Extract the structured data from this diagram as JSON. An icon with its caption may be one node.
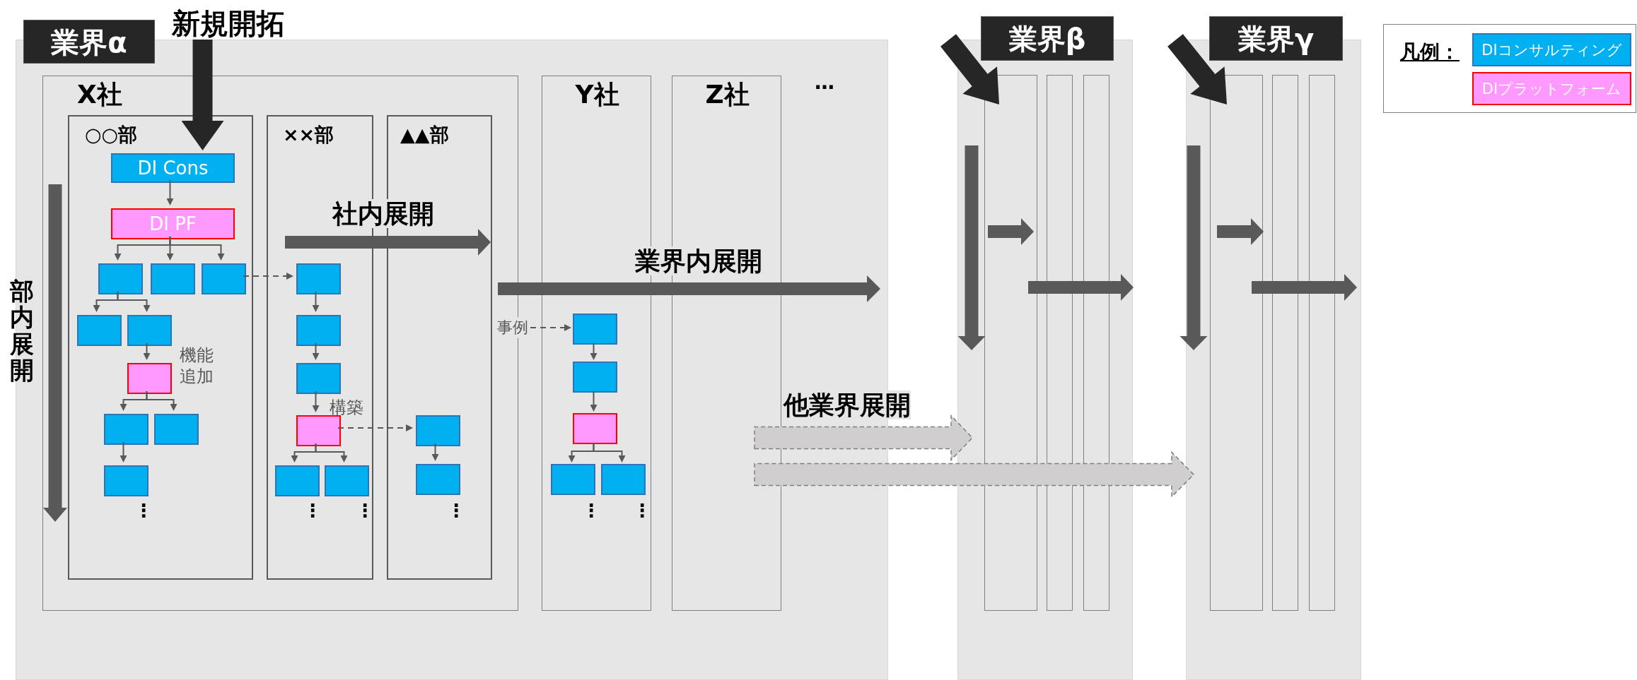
{
  "diagram": {
    "nodes": [
      {
        "text": [
          "業界α"
        ]
      },
      {
        "text": [
          "新規開拓"
        ]
      },
      {
        "text": [
          "X社"
        ],
        "in": 0
      },
      {
        "text": [
          "○○部"
        ],
        "in": 2
      },
      {
        "text": [
          "DI Cons"
        ],
        "in": 3
      },
      {
        "text": [
          "DI PF"
        ],
        "in": 3
      },
      {
        "text": [],
        "shape": "box",
        "in": 3
      },
      {
        "text": [],
        "shape": "box",
        "in": 3
      },
      {
        "text": [],
        "shape": "box",
        "in": 3
      },
      {
        "text": [],
        "shape": "box",
        "in": 3
      },
      {
        "text": [],
        "shape": "box",
        "in": 3
      },
      {
        "text": [],
        "shape": "box",
        "in": 3,
        "beside": [
          "機能追加"
        ]
      },
      {
        "text": [],
        "shape": "box",
        "in": 3
      },
      {
        "text": [],
        "shape": "box",
        "in": 3
      },
      {
        "text": [],
        "shape": "box",
        "in": 3
      },
      {
        "text": [
          "××部"
        ],
        "in": 2
      },
      {
        "text": [],
        "shape": "box",
        "in": 15
      },
      {
        "text": [],
        "shape": "box",
        "in": 15
      },
      {
        "text": [],
        "shape": "box",
        "in": 15
      },
      {
        "text": [],
        "shape": "box",
        "in": 15,
        "beside": [
          "構築"
        ]
      },
      {
        "text": [],
        "shape": "box",
        "in": 15
      },
      {
        "text": [],
        "shape": "box",
        "in": 15
      },
      {
        "text": [
          "▲▲部"
        ],
        "in": 2
      },
      {
        "text": [],
        "shape": "box",
        "in": 22
      },
      {
        "text": [],
        "shape": "box",
        "in": 22
      },
      {
        "text": [
          "Y社"
        ],
        "in": 0
      },
      {
        "text": [
          "事例"
        ],
        "in": 0
      },
      {
        "text": [],
        "shape": "box",
        "in": 25
      },
      {
        "text": [],
        "shape": "box",
        "in": 25
      },
      {
        "text": [],
        "shape": "box",
        "in": 25
      },
      {
        "text": [],
        "shape": "box",
        "in": 25
      },
      {
        "text": [],
        "shape": "box",
        "in": 25
      },
      {
        "text": [
          "Z社"
        ],
        "in": 0
      },
      {
        "text": [
          "業界β"
        ]
      },
      {
        "text": [],
        "shape": "box",
        "in": 33
      },
      {
        "text": [],
        "shape": "box",
        "in": 33
      },
      {
        "text": [],
        "shape": "box",
        "in": 33
      },
      {
        "text": [
          "業界γ"
        ]
      },
      {
        "text": [],
        "shape": "box",
        "in": 37
      },
      {
        "text": [],
        "shape": "box",
        "in": 37
      },
      {
        "text": [],
        "shape": "box",
        "in": 37
      }
    ],
    "edges": [
      {
        "from": 1,
        "to": 4,
        "arrow": "to",
        "style": "thick",
        "color": "#262626"
      },
      {
        "from": 4,
        "to": 5,
        "arrow": "to"
      },
      {
        "from": 5,
        "to": 6,
        "arrow": "to"
      },
      {
        "from": 5,
        "to": 7,
        "arrow": "to"
      },
      {
        "from": 5,
        "to": 8,
        "arrow": "to"
      },
      {
        "from": 6,
        "to": 9,
        "arrow": "to"
      },
      {
        "from": 6,
        "to": 10,
        "arrow": "to"
      },
      {
        "from": 10,
        "to": 11,
        "arrow": "to"
      },
      {
        "from": 11,
        "to": 12,
        "arrow": "to"
      },
      {
        "from": 11,
        "to": 13,
        "arrow": "to"
      },
      {
        "from": 12,
        "to": 14,
        "arrow": "to"
      },
      {
        "from": 8,
        "to": 16,
        "arrow": "to",
        "style": "dashed"
      },
      {
        "from": 16,
        "to": 17,
        "arrow": "to"
      },
      {
        "from": 17,
        "to": 18,
        "arrow": "to"
      },
      {
        "from": 18,
        "to": 19,
        "arrow": "to"
      },
      {
        "from": 19,
        "to": 20,
        "arrow": "to"
      },
      {
        "from": 19,
        "to": 21,
        "arrow": "to"
      },
      {
        "from": 19,
        "to": 23,
        "arrow": "to",
        "style": "dashed"
      },
      {
        "from": 23,
        "to": 24,
        "arrow": "to"
      },
      {
        "from": 26,
        "to": 27,
        "arrow": "to",
        "style": "dashed"
      },
      {
        "from": 27,
        "to": 28,
        "arrow": "to"
      },
      {
        "from": 28,
        "to": 29,
        "arrow": "to"
      },
      {
        "from": 29,
        "to": 30,
        "arrow": "to"
      },
      {
        "from": 29,
        "to": 31,
        "arrow": "to"
      }
    ],
    "labels": [
      "…",
      "凡例：",
      "社内展開",
      "業界内展開",
      "部内展開",
      "他業界展開",
      "⋮",
      "⋮",
      "⋮",
      "⋮",
      "⋮",
      "⋮"
    ],
    "legend": [
      {
        "text": "DIコンサルティング",
        "color": "#00b0f0"
      },
      {
        "text": "DIプラットフォーム",
        "color": "#ff99ff"
      }
    ]
  }
}
